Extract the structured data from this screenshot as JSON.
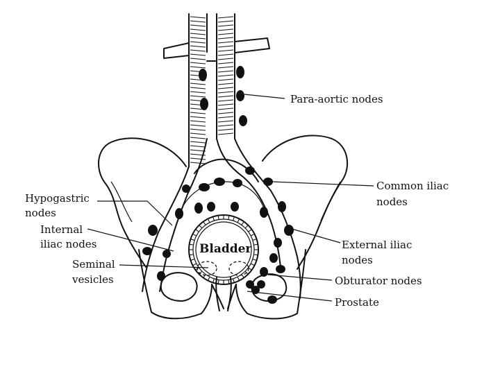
{
  "diagram": {
    "labels": {
      "para_aortic": "Para-aortic nodes",
      "common_iliac_1": "Common iliac",
      "common_iliac_2": "nodes",
      "hypogastric_1": "Hypogastric",
      "hypogastric_2": "nodes",
      "internal_iliac_1": "Internal",
      "internal_iliac_2": "iliac nodes",
      "external_iliac_1": "External iliac",
      "external_iliac_2": "nodes",
      "seminal_1": "Seminal",
      "seminal_2": "vesicles",
      "obturator": "Obturator nodes",
      "prostate": "Prostate",
      "bladder": "Bladder"
    },
    "colors": {
      "ink": "#111111",
      "background": "#ffffff"
    }
  }
}
